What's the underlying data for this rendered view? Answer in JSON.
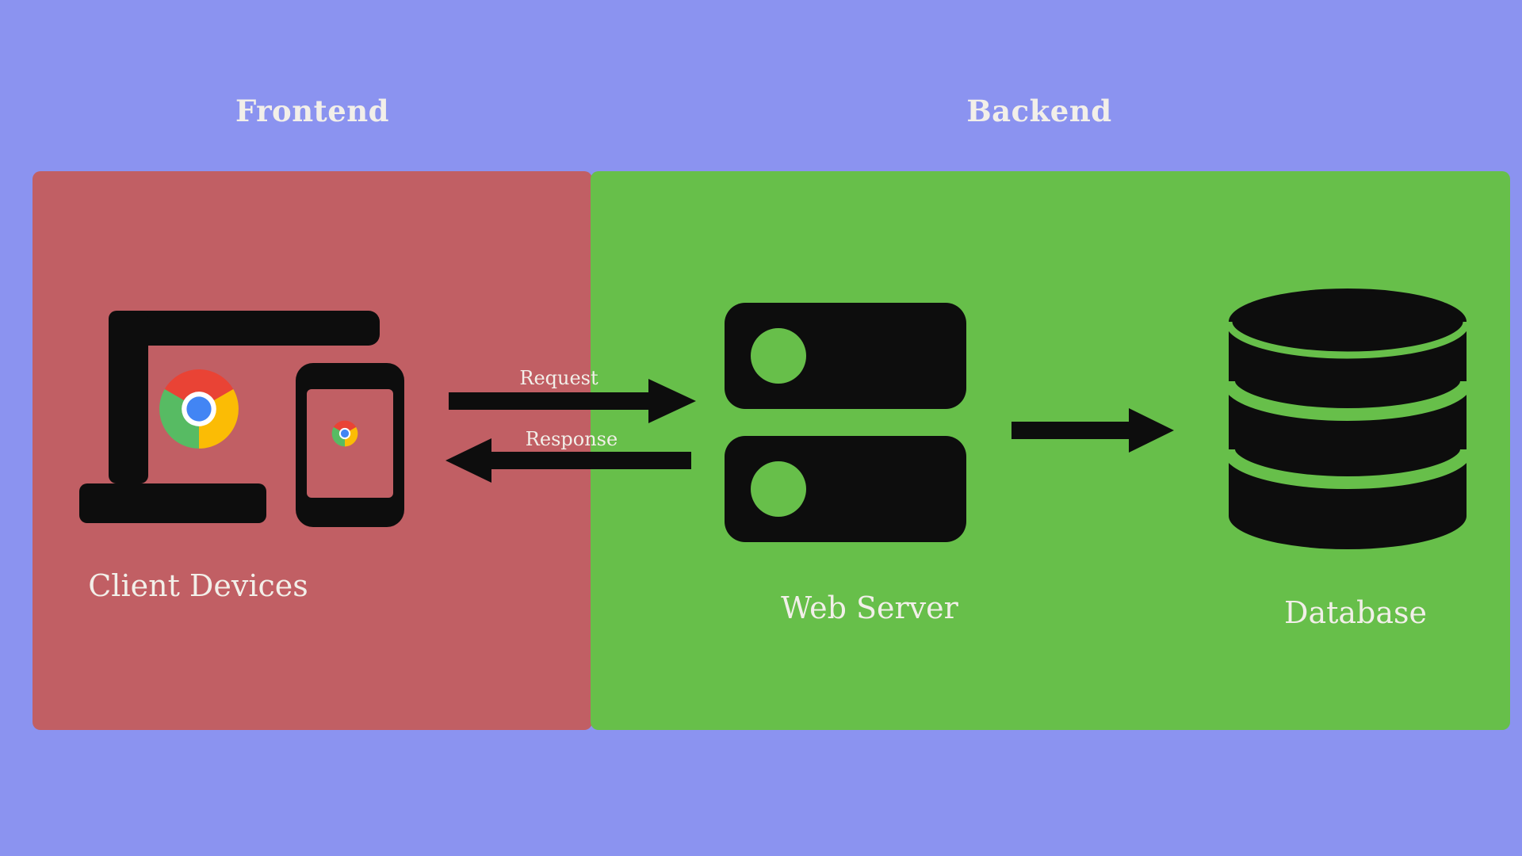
{
  "colors": {
    "background": "#8b93f0",
    "frontend_panel": "#c15f64",
    "backend_panel": "#67bf4a",
    "icon_black": "#0d0d0d",
    "label_text": "#f2efe9",
    "chrome_red": "#e94335",
    "chrome_yellow": "#fbbc05",
    "chrome_green": "#57bb63",
    "chrome_blue": "#4285f4"
  },
  "sections": {
    "frontend": {
      "title": "Frontend",
      "node": {
        "label": "Client Devices"
      }
    },
    "backend": {
      "title": "Backend",
      "web_server": {
        "label": "Web Server"
      },
      "database": {
        "label": "Database"
      }
    }
  },
  "connections": {
    "request": {
      "label": "Request",
      "direction": "right"
    },
    "response": {
      "label": "Response",
      "direction": "left"
    },
    "server_to_database": {
      "direction": "right"
    }
  }
}
